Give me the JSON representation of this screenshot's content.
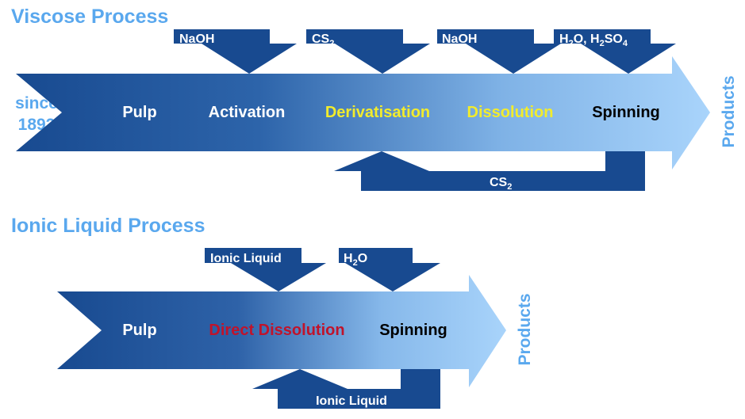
{
  "colors": {
    "dark_blue": "#184a90",
    "light_blue": "#a9d4fb",
    "title_blue": "#5aa8ee",
    "yellow": "#f2ec2c",
    "red": "#c0132b",
    "white": "#ffffff",
    "black": "#000000"
  },
  "viscose": {
    "title": "Viscose Process",
    "since_line1": "since",
    "since_line2": "1892",
    "stages": {
      "pulp": "Pulp",
      "activation": "Activation",
      "derivatisation": "Derivatisation",
      "dissolution": "Dissolution",
      "spinning": "Spinning"
    },
    "inputs": {
      "naoh_1": "NaOH",
      "cs2_main": "CS",
      "cs2_sub": "2",
      "naoh_2": "NaOH",
      "h2o_h": "H",
      "h2o_sub": "2",
      "h2so4_o_h": "O, H",
      "h2so4_sub2": "2",
      "h2so4_so": "SO",
      "h2so4_sub4": "4"
    },
    "recycle_main": "CS",
    "recycle_sub": "2",
    "products": "Products"
  },
  "ionic": {
    "title": "Ionic Liquid Process",
    "stages": {
      "pulp": "Pulp",
      "direct_dissolution": "Direct Dissolution",
      "spinning": "Spinning"
    },
    "inputs": {
      "ionic_liquid": "Ionic Liquid",
      "h2o_h": "H",
      "h2o_sub": "2",
      "h2o_o": "O"
    },
    "recycle": "Ionic Liquid",
    "products": "Products"
  }
}
